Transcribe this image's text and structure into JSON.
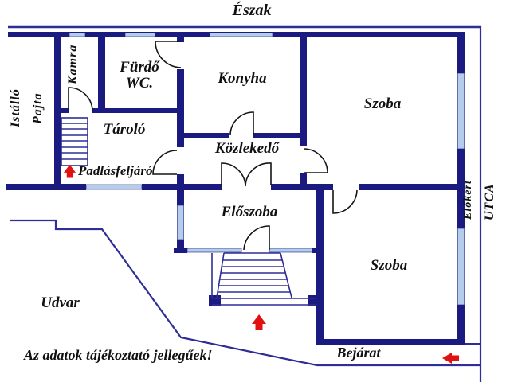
{
  "compass": {
    "north": "Észak"
  },
  "rooms": {
    "kamra": "Kamra",
    "furdo": "Fürdő",
    "wc": "WC.",
    "konyha": "Konyha",
    "szoba_north": "Szoba",
    "tarolo": "Tároló",
    "kozlekedo": "Közlekedő",
    "eloszoba": "Előszoba",
    "szoba_south": "Szoba"
  },
  "outbuildings": {
    "istallo": "Istálló",
    "pajta": "Pajta"
  },
  "exterior": {
    "udvar": "Udvar",
    "elokert": "Előkert",
    "utca": "UTCA",
    "bejarat": "Bejárat"
  },
  "annotations": {
    "padlasfeljaro": "Padlásfeljáró",
    "disclaimer": "Az adatok tájékoztató jellegűek!"
  },
  "icons": {
    "attic_arrow": "red-up-arrow",
    "veranda_arrow": "red-up-arrow",
    "entrance_arrow": "red-left-arrow"
  },
  "colors": {
    "wall": "#1a1a80",
    "window": "#b3cdea",
    "line": "#2e2e96",
    "door": "#151515",
    "arrow": "#e01111",
    "text": "#111111",
    "background": "#ffffff"
  }
}
